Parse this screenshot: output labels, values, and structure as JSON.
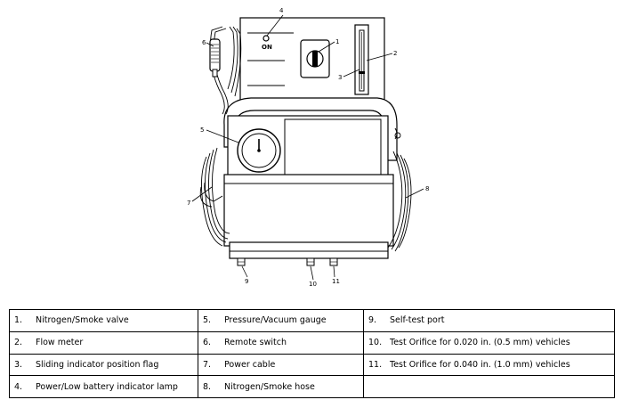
{
  "diagram": {
    "panel_on_label": "ON",
    "callouts": [
      "1",
      "2",
      "3",
      "4",
      "5",
      "6",
      "7",
      "8",
      "9",
      "10",
      "11"
    ]
  },
  "legend": {
    "rows": [
      [
        {
          "num": "1.",
          "label": "Nitrogen/Smoke valve"
        },
        {
          "num": "5.",
          "label": "Pressure/Vacuum gauge"
        },
        {
          "num": "9.",
          "label": "Self-test port"
        }
      ],
      [
        {
          "num": "2.",
          "label": "Flow meter"
        },
        {
          "num": "6.",
          "label": "Remote switch"
        },
        {
          "num": "10.",
          "label": "Test Orifice for 0.020 in. (0.5 mm) vehicles"
        }
      ],
      [
        {
          "num": "3.",
          "label": "Sliding indicator position flag"
        },
        {
          "num": "7.",
          "label": "Power cable"
        },
        {
          "num": "11.",
          "label": "Test Orifice for 0.040 in. (1.0 mm) vehicles"
        }
      ],
      [
        {
          "num": "4.",
          "label": "Power/Low battery indicator lamp"
        },
        {
          "num": "8.",
          "label": "Nitrogen/Smoke hose"
        },
        {
          "num": "",
          "label": ""
        }
      ]
    ]
  }
}
